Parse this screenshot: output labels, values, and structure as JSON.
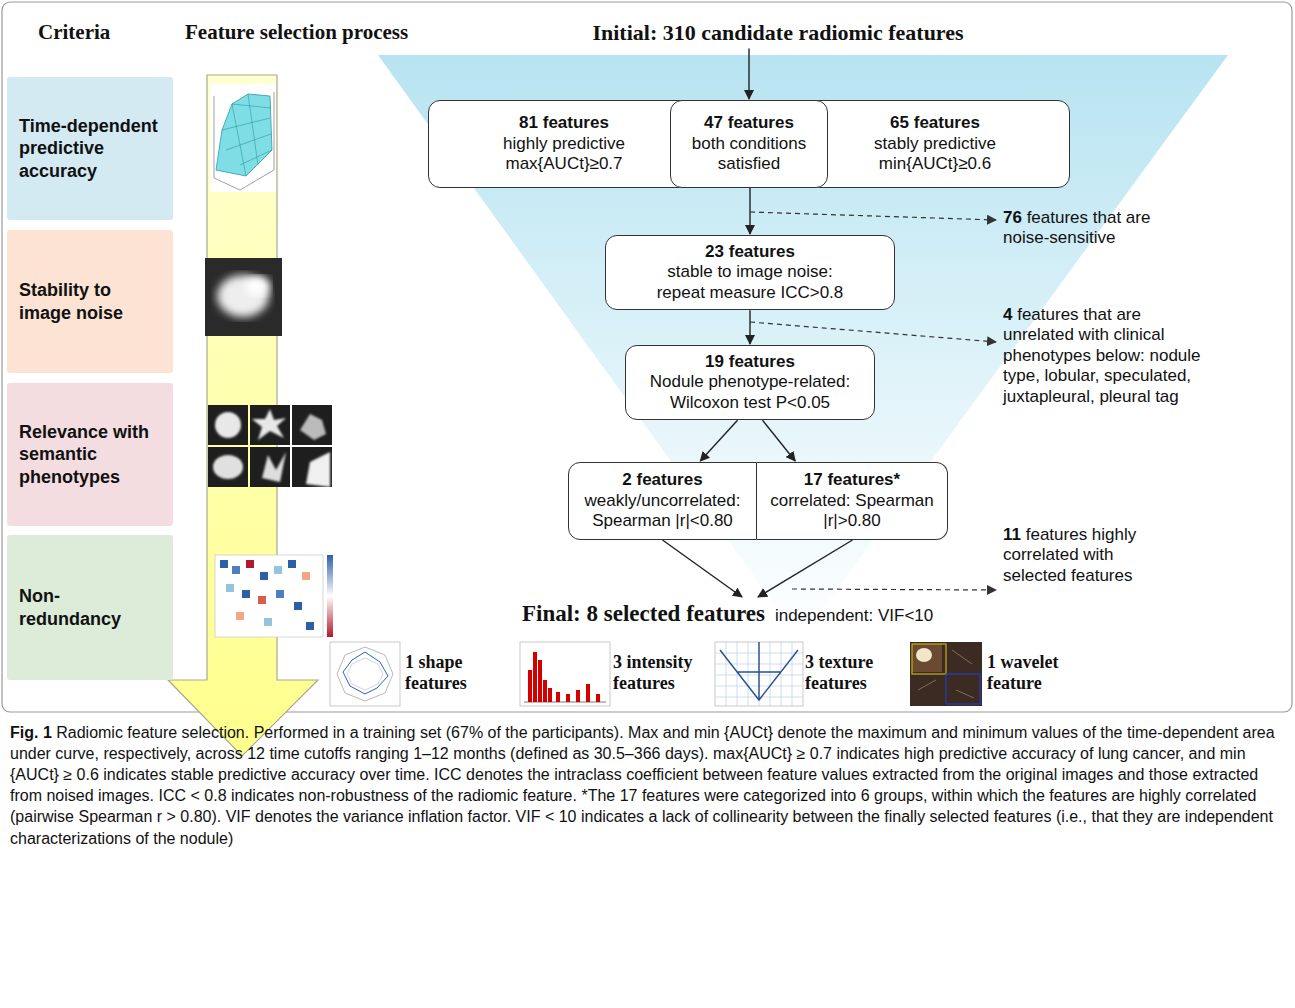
{
  "diagram": {
    "caption": "Fig. 1 Radiomic feature selection. Performed in a training set (67% of the participants). Max and min {AUCt} denote the maximum and minimum values of the time-dependent area under curve, respectively, across 12 time cutoffs ranging 1–12 months (defined as 30.5–366 days). max{AUCt} ≥ 0.7 indicates high predictive accuracy of lung cancer, and min {AUCt} ≥ 0.6 indicates stable predictive accuracy over time. ICC denotes the intraclass coefficient between feature values extracted from the original images and those extracted from noised images. ICC < 0.8 indicates non-robustness of the radiomic feature. *The 17 features were categorized into 6 groups, within which the features are highly correlated (pairwise Spearman r > 0.80). VIF denotes the variance inflation factor. VIF < 10 indicates a lack of collinearity between the finally selected features (i.e., that they are independent characterizations of the nodule)",
    "nodes": [
      {
        "text": [
          "Initial: 310 candidate radiomic features"
        ]
      },
      {
        "text": [
          "81 features",
          "highly predictive max{AUCt}≥0.7"
        ]
      },
      {
        "text": [
          "47 features",
          "both conditions satisfied"
        ]
      },
      {
        "text": [
          "65 features",
          "stably predictive min{AUCt}≥0.6"
        ]
      },
      {
        "text": [
          "23 features",
          "stable to image noise: repeat measure ICC>0.8"
        ]
      },
      {
        "text": [
          "19 features",
          "Nodule phenotype-related: Wilcoxon test P<0.05"
        ]
      },
      {
        "text": [
          "2 features",
          "weakly/uncorrelated: Spearman |r|<0.80"
        ]
      },
      {
        "text": [
          "17 features*",
          "correlated: Spearman |r|>0.80"
        ]
      },
      {
        "text": [
          "Final: 8 selected features",
          "independent: VIF<10"
        ]
      },
      {
        "text": [
          "1 shape features",
          "3 intensity features",
          "3 texture features",
          "1 wavelet feature"
        ]
      },
      {
        "text": [
          "Time-dependent predictive accuracy"
        ]
      },
      {
        "text": [
          "Stability to image noise"
        ]
      },
      {
        "text": [
          "Relevance with semantic phenotypes"
        ]
      },
      {
        "text": [
          "Non-redundancy"
        ]
      }
    ],
    "edges": [
      {
        "from": 0,
        "to": 2,
        "arrow": "to"
      },
      {
        "from": 2,
        "to": 4,
        "arrow": "to"
      },
      {
        "from": 4,
        "to": 5,
        "arrow": "to"
      },
      {
        "from": 5,
        "to": 6,
        "arrow": "to"
      },
      {
        "from": 5,
        "to": 7,
        "arrow": "to"
      },
      {
        "from": 6,
        "to": 8,
        "arrow": "to"
      },
      {
        "from": 7,
        "to": 8,
        "arrow": "to"
      }
    ],
    "labels": [
      "Criteria",
      "Feature selection process",
      "76 features that are noise-sensitive",
      "4 features that are unrelated with clinical phenotypes below: nodule type, lobular, speculated, juxtapleural, pleural tag",
      "11 features highly correlated with selected features"
    ]
  }
}
